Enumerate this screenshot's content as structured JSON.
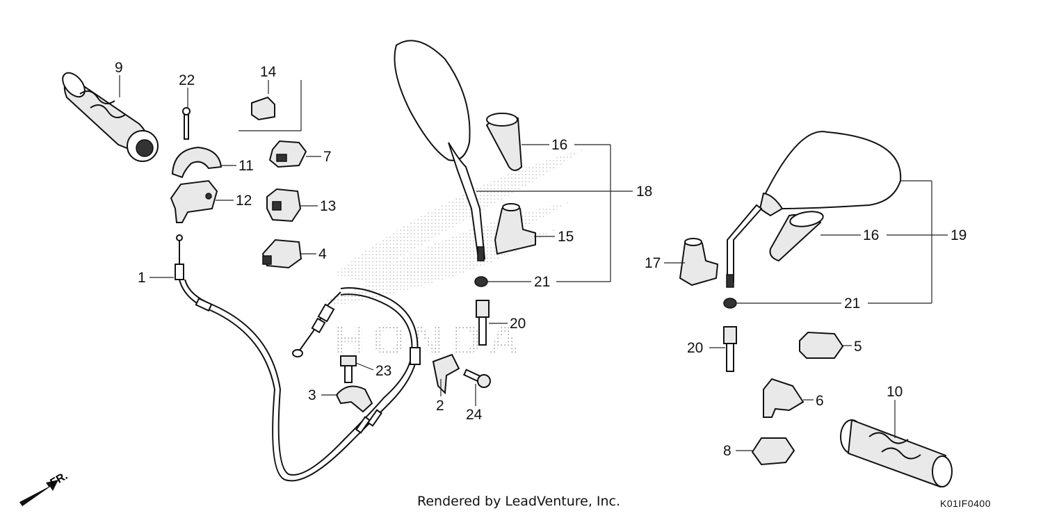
{
  "labels": {
    "p1": "1",
    "p2": "2",
    "p3": "3",
    "p4": "4",
    "p5": "5",
    "p6": "6",
    "p7": "7",
    "p8": "8",
    "p9": "9",
    "p10": "10",
    "p11": "11",
    "p12": "12",
    "p13": "13",
    "p14": "14",
    "p15": "15",
    "p16a": "16",
    "p16b": "16",
    "p17": "17",
    "p18": "18",
    "p19": "19",
    "p20a": "20",
    "p20b": "20",
    "p21a": "21",
    "p21b": "21",
    "p22": "22",
    "p23": "23",
    "p24": "24"
  },
  "direction_label": "FR.",
  "watermark_text": "HONDA",
  "footer": {
    "credit": "Rendered by LeadVenture, Inc.",
    "diagram_code": "K01IF0400"
  }
}
